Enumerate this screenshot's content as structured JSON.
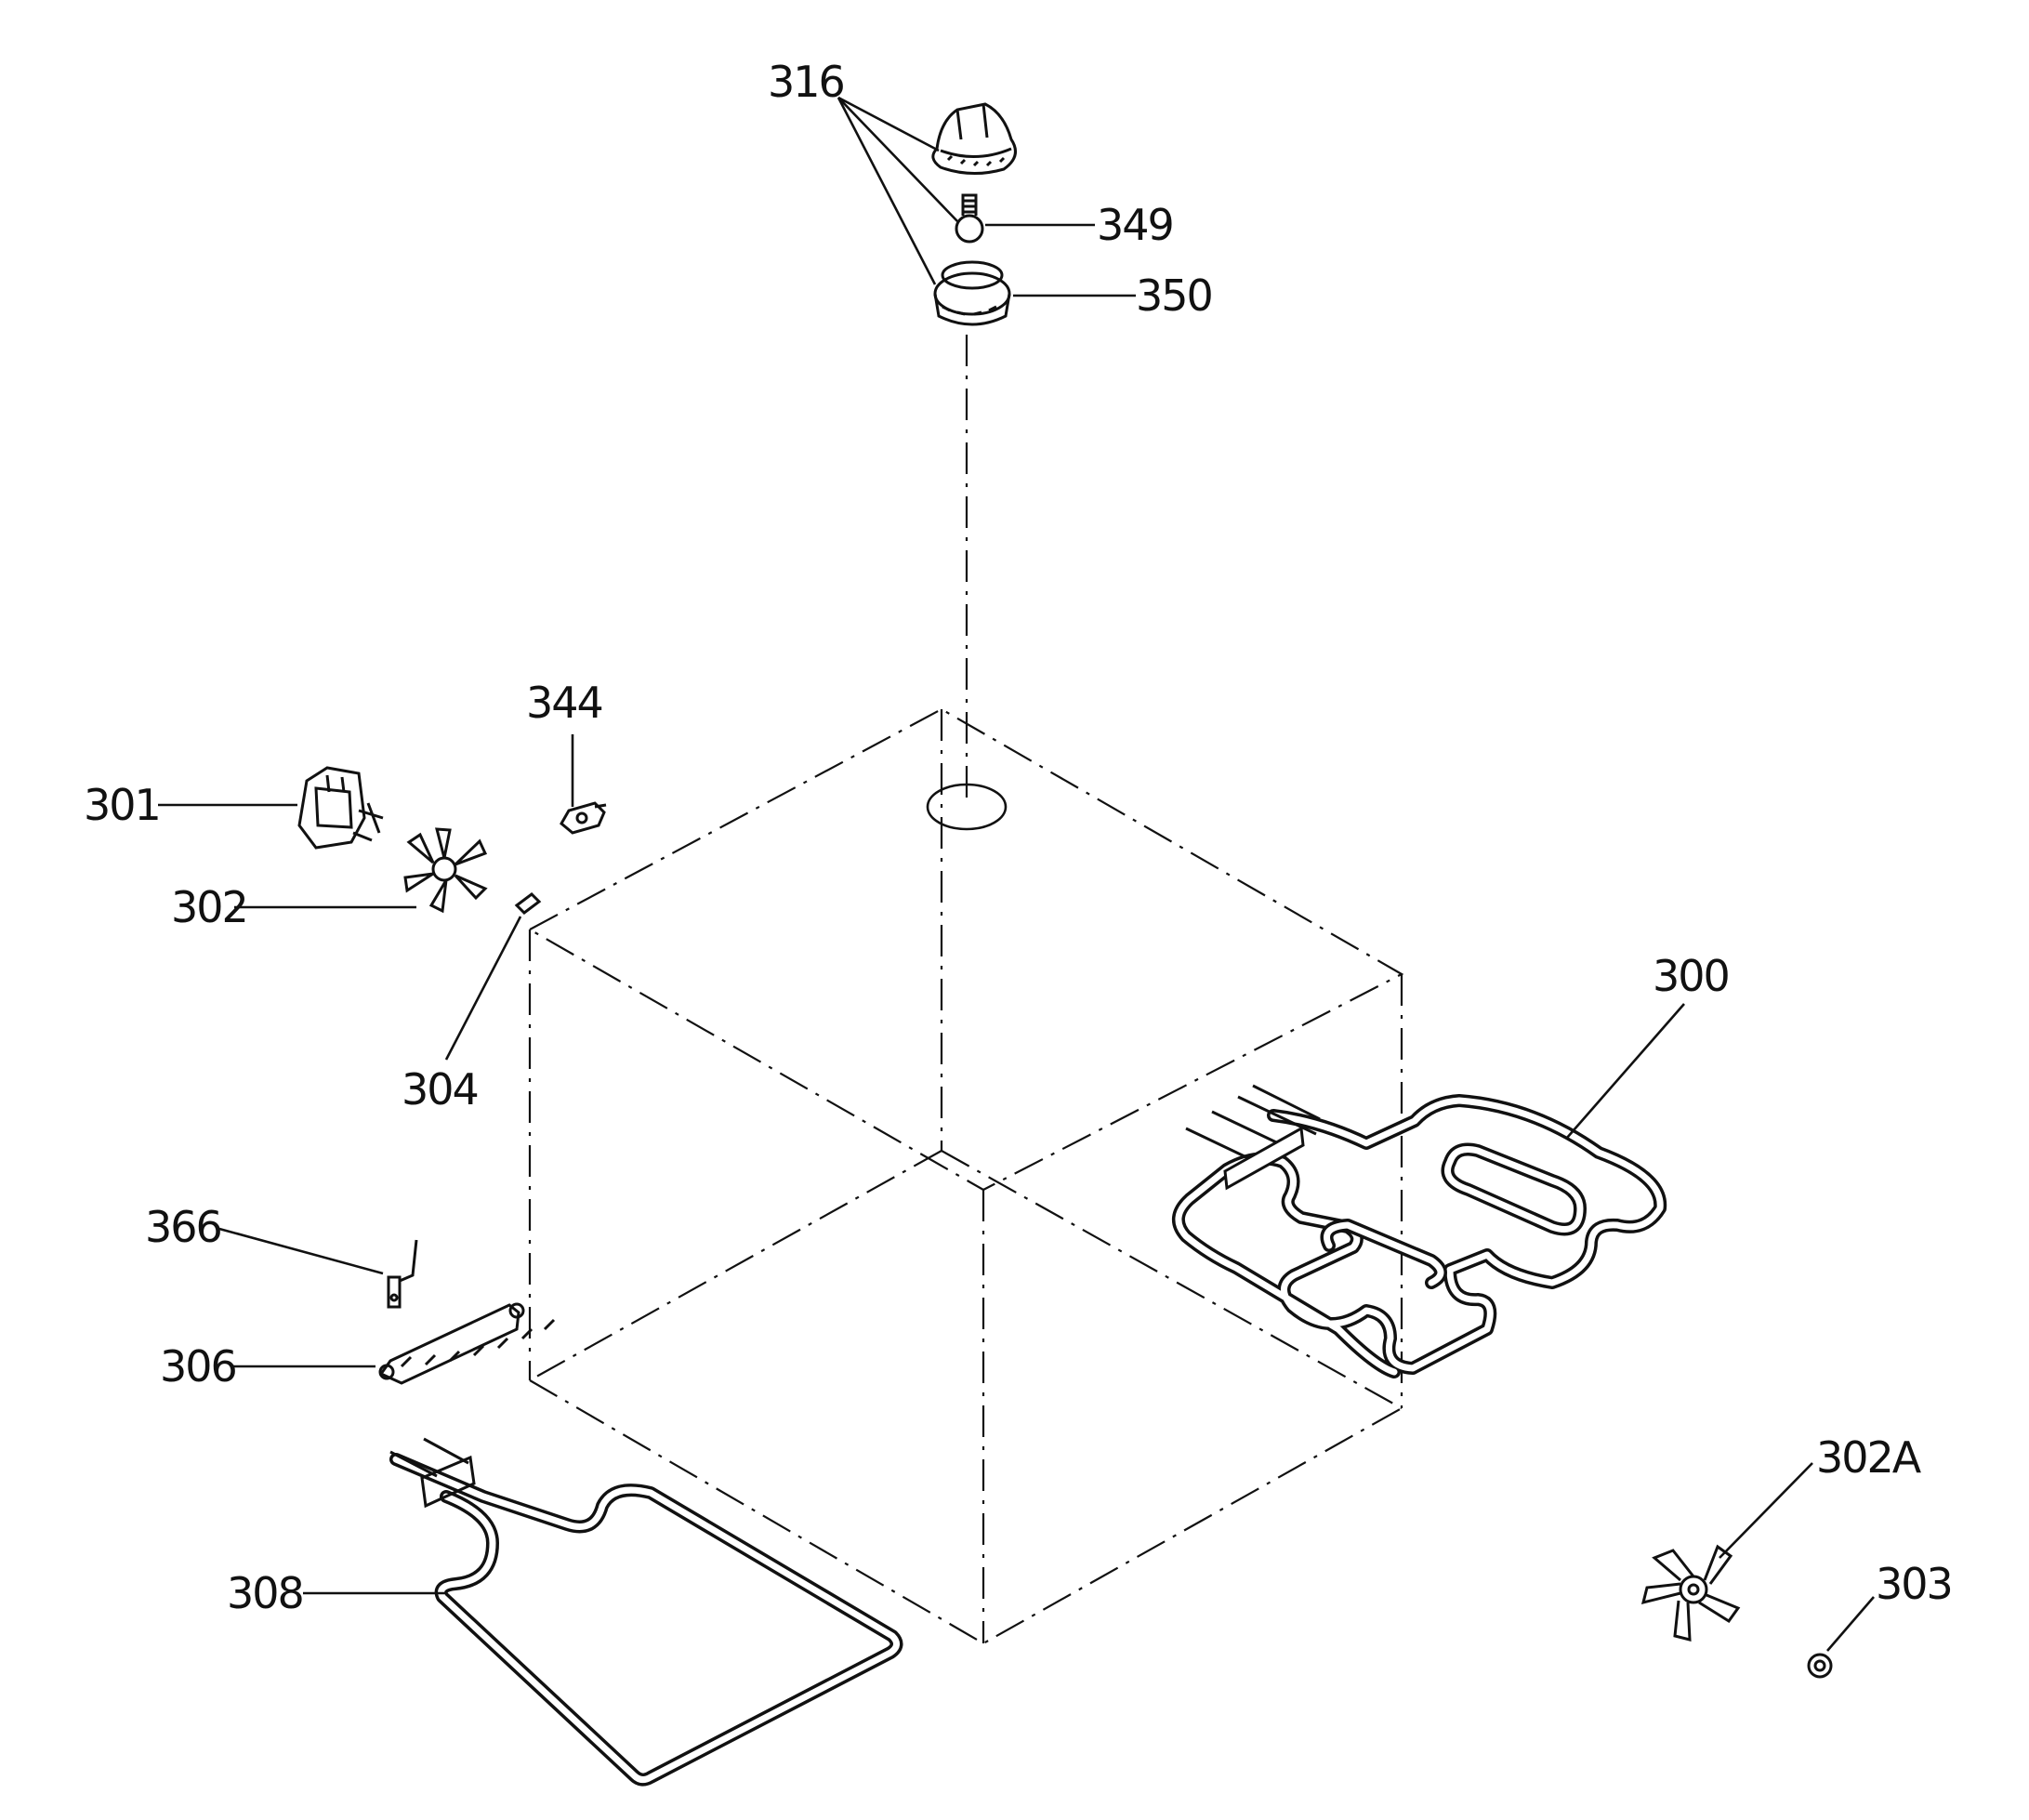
{
  "diagram": {
    "labels": {
      "p300": "300",
      "p301": "301",
      "p302": "302",
      "p302a": "302A",
      "p303": "303",
      "p304": "304",
      "p306": "306",
      "p308": "308",
      "p316": "316",
      "p344": "344",
      "p349": "349",
      "p350": "350",
      "p366": "366"
    }
  }
}
